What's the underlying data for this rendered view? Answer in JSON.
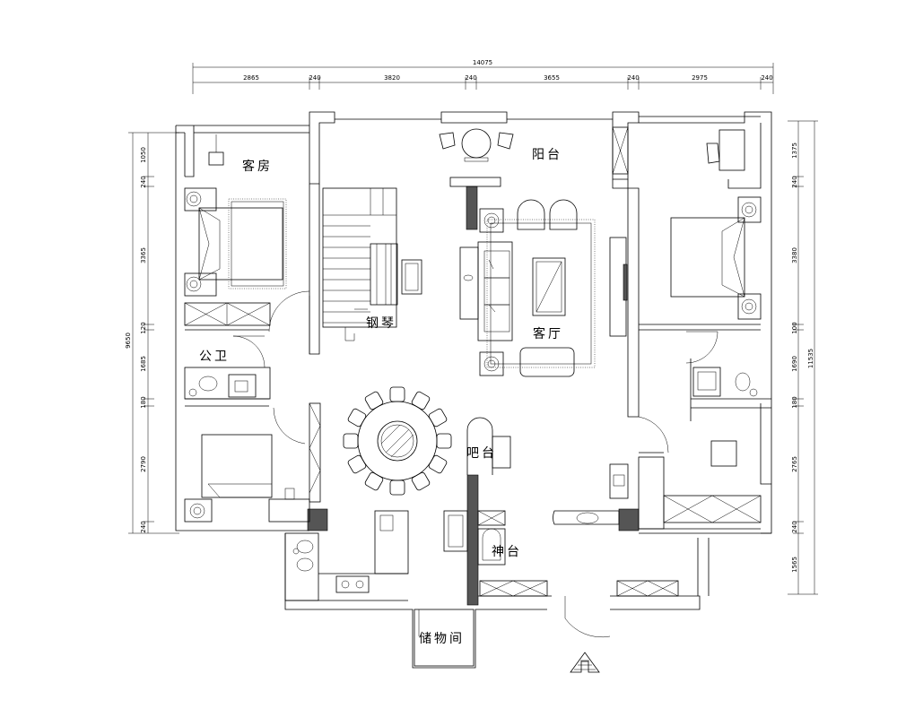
{
  "dimensions": {
    "overall_width": "14075",
    "top_segments": [
      "2865",
      "240",
      "3820",
      "240",
      "3655",
      "240",
      "2975",
      "240"
    ],
    "left_overall": "9650",
    "left_segments": [
      "1050",
      "240",
      "3365",
      "120",
      "1685",
      "180",
      "2790",
      "240"
    ],
    "right_overall": "11535",
    "right_segments": [
      "1375",
      "240",
      "3380",
      "100",
      "1690",
      "180",
      "2765",
      "240",
      "1565"
    ]
  },
  "rooms": {
    "guest_room": "客房",
    "balcony": "阳台",
    "piano": "钢琴",
    "living_room": "客厅",
    "public_bath": "公卫",
    "bar": "吧台",
    "shrine": "神台",
    "storage": "储物间"
  }
}
